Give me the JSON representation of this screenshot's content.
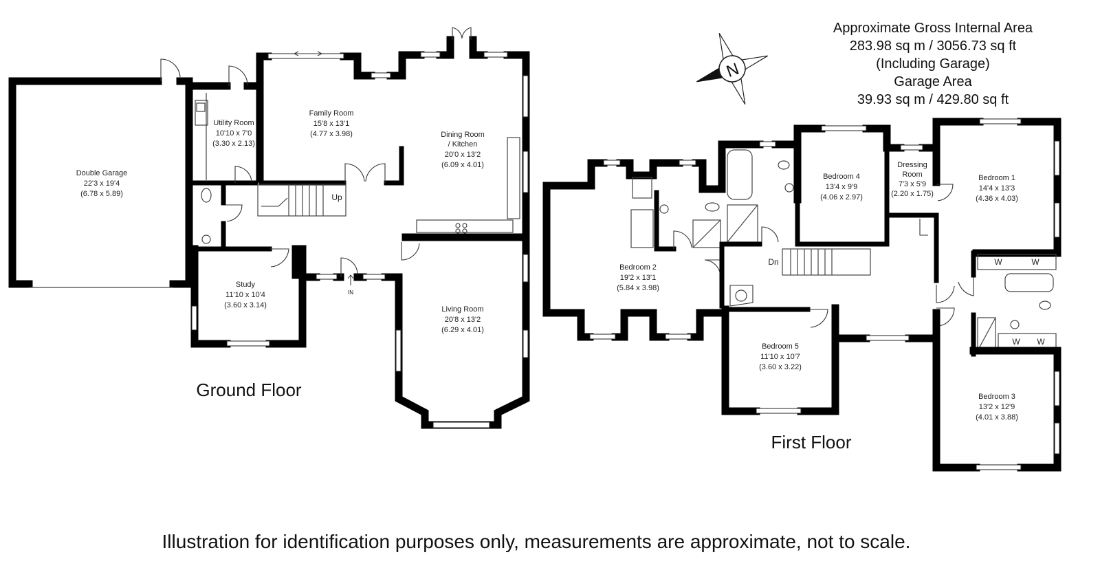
{
  "area_summary": {
    "line1": "Approximate Gross Internal Area",
    "line2": "283.98 sq m / 3056.73 sq ft",
    "line3": "(Including Garage)",
    "line4": "Garage Area",
    "line5": "39.93 sq m / 429.80 sq ft"
  },
  "compass": {
    "label": "N",
    "icon": "north-compass-icon"
  },
  "floors": {
    "ground": "Ground Floor",
    "first": "First Floor"
  },
  "ground_rooms": {
    "garage": {
      "name": "Double Garage",
      "imperial": "22'3 x 19'4",
      "metric": "(6.78 x 5.89)"
    },
    "utility": {
      "name": "Utility Room",
      "imperial": "10'10 x 7'0",
      "metric": "(3.30 x 2.13)"
    },
    "family": {
      "name": "Family Room",
      "imperial": "15'8 x 13'1",
      "metric": "(4.77 x 3.98)"
    },
    "dining": {
      "name": "Dining Room",
      "name2": "/ Kitchen",
      "imperial": "20'0 x 13'2",
      "metric": "(6.09 x 4.01)"
    },
    "study": {
      "name": "Study",
      "imperial": "11'10 x 10'4",
      "metric": "(3.60 x 3.14)"
    },
    "living": {
      "name": "Living Room",
      "imperial": "20'8 x 13'2",
      "metric": "(6.29 x 4.01)"
    }
  },
  "first_rooms": {
    "bed2": {
      "name": "Bedroom 2",
      "imperial": "19'2 x 13'1",
      "metric": "(5.84 x 3.98)"
    },
    "bed4": {
      "name": "Bedroom 4",
      "imperial": "13'4 x 9'9",
      "metric": "(4.06 x 2.97)"
    },
    "dressing": {
      "name": "Dressing",
      "name2": "Room",
      "imperial": "7'3 x 5'9",
      "metric": "(2.20 x 1.75)"
    },
    "bed1": {
      "name": "Bedroom 1",
      "imperial": "14'4 x 13'3",
      "metric": "(4.36 x 4.03)"
    },
    "bed5": {
      "name": "Bedroom 5",
      "imperial": "11'10 x 10'7",
      "metric": "(3.60 x 3.22)"
    },
    "bed3": {
      "name": "Bedroom 3",
      "imperial": "13'2 x 12'9",
      "metric": "(4.01 x 3.88)"
    }
  },
  "annotations": {
    "up": "Up",
    "down": "Dn",
    "in": "IN",
    "wardrobe": "W"
  },
  "disclaimer": "Illustration for identification purposes only, measurements are approximate, not to scale."
}
